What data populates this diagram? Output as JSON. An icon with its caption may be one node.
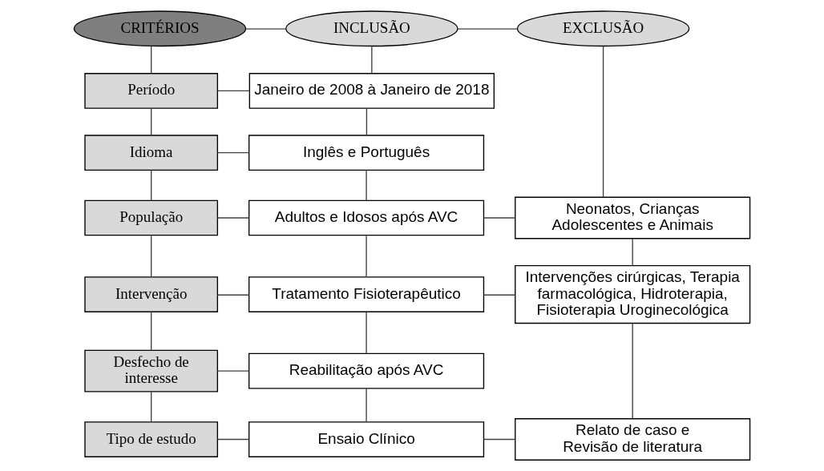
{
  "diagram": {
    "nodes": [
      {
        "text": [
          "CRITÉRIOS"
        ]
      },
      {
        "text": [
          "INCLUSÃO"
        ]
      },
      {
        "text": [
          "EXCLUSÃO"
        ]
      },
      {
        "text": [
          "Período"
        ]
      },
      {
        "text": [
          "Janeiro de 2008 à Janeiro de 2018"
        ]
      },
      {
        "text": [
          "Idioma"
        ]
      },
      {
        "text": [
          "Inglês e Português"
        ]
      },
      {
        "text": [
          "População"
        ]
      },
      {
        "text": [
          "Adultos e Idosos após AVC"
        ]
      },
      {
        "text": [
          "Neonatos, Crianças Adolescentes e Animais"
        ]
      },
      {
        "text": [
          "Intervenção"
        ]
      },
      {
        "text": [
          "Tratamento Fisioterapêutico"
        ]
      },
      {
        "text": [
          "Intervenções cirúrgicas, Terapia farmacológica, Hidroterapia, Fisioterapia Uroginecológica"
        ]
      },
      {
        "text": [
          "Desfecho de interesse"
        ]
      },
      {
        "text": [
          "Reabilitação após AVC"
        ]
      },
      {
        "text": [
          "Tipo de estudo"
        ]
      },
      {
        "text": [
          "Ensaio Clínico"
        ]
      },
      {
        "text": [
          "Relato de caso e Revisão de literatura"
        ]
      }
    ],
    "edges": [
      {
        "from": 0,
        "to": 1,
        "arrow": "none"
      },
      {
        "from": 1,
        "to": 2,
        "arrow": "none"
      },
      {
        "from": 0,
        "to": 3,
        "arrow": "none"
      },
      {
        "from": 3,
        "to": 5,
        "arrow": "none"
      },
      {
        "from": 5,
        "to": 7,
        "arrow": "none"
      },
      {
        "from": 7,
        "to": 10,
        "arrow": "none"
      },
      {
        "from": 10,
        "to": 13,
        "arrow": "none"
      },
      {
        "from": 13,
        "to": 15,
        "arrow": "none"
      },
      {
        "from": 1,
        "to": 4,
        "arrow": "none"
      },
      {
        "from": 4,
        "to": 6,
        "arrow": "none"
      },
      {
        "from": 6,
        "to": 8,
        "arrow": "none"
      },
      {
        "from": 8,
        "to": 11,
        "arrow": "none"
      },
      {
        "from": 11,
        "to": 14,
        "arrow": "none"
      },
      {
        "from": 14,
        "to": 16,
        "arrow": "none"
      },
      {
        "from": 2,
        "to": 9,
        "arrow": "none"
      },
      {
        "from": 9,
        "to": 12,
        "arrow": "none"
      },
      {
        "from": 12,
        "to": 17,
        "arrow": "none"
      },
      {
        "from": 3,
        "to": 4,
        "arrow": "none"
      },
      {
        "from": 5,
        "to": 6,
        "arrow": "none"
      },
      {
        "from": 7,
        "to": 8,
        "arrow": "none"
      },
      {
        "from": 10,
        "to": 11,
        "arrow": "none"
      },
      {
        "from": 13,
        "to": 14,
        "arrow": "none"
      },
      {
        "from": 15,
        "to": 16,
        "arrow": "none"
      },
      {
        "from": 8,
        "to": 9,
        "arrow": "none"
      },
      {
        "from": 11,
        "to": 12,
        "arrow": "none"
      },
      {
        "from": 16,
        "to": 17,
        "arrow": "none"
      }
    ]
  }
}
